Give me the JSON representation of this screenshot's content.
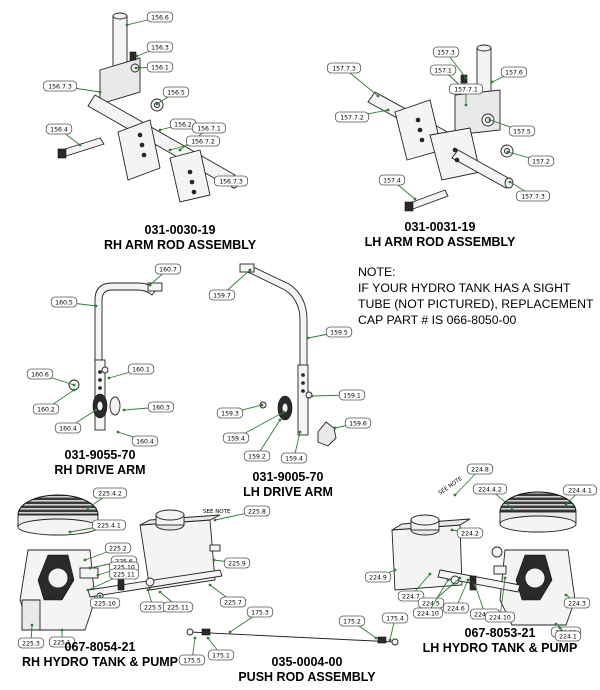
{
  "assemblies": [
    {
      "part_no": "031-0030-19",
      "name": "RH ARM ROD ASSEMBLY"
    },
    {
      "part_no": "031-0031-19",
      "name": "LH ARM ROD ASSEMBLY"
    },
    {
      "part_no": "031-9055-70",
      "name": "RH DRIVE ARM"
    },
    {
      "part_no": "031-9005-70",
      "name": "LH DRIVE ARM"
    },
    {
      "part_no": "067-8054-21",
      "name": "RH HYDRO TANK & PUMP"
    },
    {
      "part_no": "035-0004-00",
      "name": "PUSH ROD ASSEMBLY"
    },
    {
      "part_no": "067-8053-21",
      "name": "LH HYDRO TANK & PUMP"
    }
  ],
  "note": {
    "heading": "NOTE:",
    "lines": [
      "IF YOUR HYDRO TANK HAS A SIGHT",
      "TUBE (NOT PICTURED), REPLACEMENT",
      "CAP PART # IS 066-8050-00"
    ]
  },
  "see_note_label": "SEE NOTE",
  "callouts": {
    "rh_arm_rod": [
      "156.6",
      "156.3",
      "156.1",
      "156.7.3",
      "156.5",
      "156.2",
      "156.7.1",
      "156.4",
      "156.7.2",
      "156.7.3"
    ],
    "lh_arm_rod": [
      "157.3",
      "157.7.3",
      "157.1",
      "157.6",
      "157.7.1",
      "157.7.2",
      "157.5",
      "157.2",
      "157.4",
      "157.7.3"
    ],
    "rh_drive_arm": [
      "160.7",
      "160.5",
      "160.1",
      "160.6",
      "160.2",
      "160.3",
      "160.4",
      "160.4"
    ],
    "lh_drive_arm": [
      "159.7",
      "159.5",
      "159.1",
      "159.3",
      "159.6",
      "159.4",
      "159.2",
      "159.4"
    ],
    "rh_hydro": [
      "225.4.2",
      "225.8",
      "225.4.1",
      "225.2",
      "225.6",
      "225.10",
      "225.9",
      "225.11",
      "225.7",
      "225.10",
      "225.5",
      "225.11",
      "225.3",
      "225.1"
    ],
    "push_rod": [
      "175.3",
      "175.2",
      "175.4",
      "175.5",
      "175.1"
    ],
    "lh_hydro": [
      "224.8",
      "224.4.2",
      "224.4.1",
      "224.2",
      "224.9",
      "224.7",
      "224.5",
      "224.3",
      "224.10",
      "224.6",
      "224.11",
      "224.10",
      "224.11",
      "224.1"
    ]
  }
}
